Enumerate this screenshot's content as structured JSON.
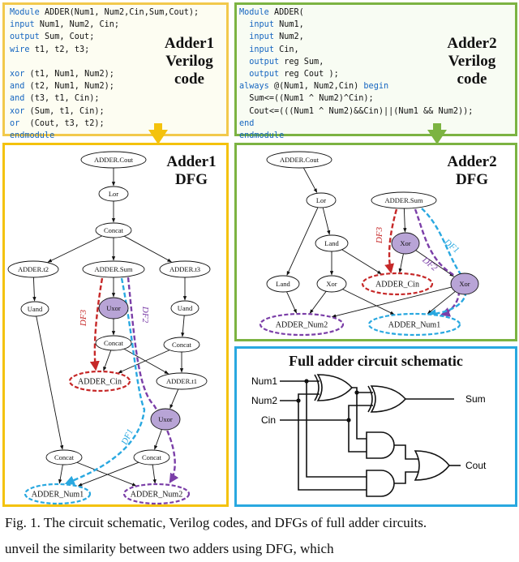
{
  "adder1_verilog": {
    "title": [
      "Adder1",
      "Verilog",
      "code"
    ],
    "lines": [
      "Module ADDER(Num1, Num2,Cin,Sum,Cout);",
      "input Num1, Num2, Cin;",
      "output Sum, Cout;",
      "wire t1, t2, t3;",
      "",
      "xor (t1, Num1, Num2);",
      "and (t2, Num1, Num2);",
      "and (t3, t1, Cin);",
      "xor (Sum, t1, Cin);",
      "or  (Cout, t3, t2);",
      "endmodule"
    ]
  },
  "adder2_verilog": {
    "title": [
      "Adder2",
      "Verilog",
      "code"
    ],
    "lines": [
      "Module ADDER(",
      "  input Num1,",
      "  input Num2,",
      "  input Cin,",
      "  output reg Sum,",
      "  output reg Cout );",
      "always @(Num1, Num2,Cin) begin",
      "  Sum<=((Num1 ^ Num2)^Cin);",
      "  Cout<=(((Num1 ^ Num2)&&Cin)||(Num1 && Num2));",
      "end",
      "endmodule"
    ]
  },
  "adder1_dfg": {
    "title": [
      "Adder1",
      "DFG"
    ],
    "nodes": {
      "cout": "ADDER.Cout",
      "lor": "Lor",
      "concat_top": "Concat",
      "t2": "ADDER.t2",
      "sum": "ADDER.Sum",
      "t3": "ADDER.t3",
      "uand_left": "Uand",
      "uxor_top": "Uxor",
      "uand_right": "Uand",
      "concat_mid_a": "Concat",
      "concat_mid_b": "Concat",
      "cin": "ADDER_Cin",
      "t1": "ADDER.t1",
      "uxor_low": "Uxor",
      "concat_low_a": "Concat",
      "concat_low_b": "Concat",
      "num1": "ADDER_Num1",
      "num2": "ADDER_Num2"
    },
    "flow_labels": {
      "df3": "DF3",
      "df2": "DF2",
      "df1": "DF1"
    }
  },
  "adder2_dfg": {
    "title": [
      "Adder2",
      "DFG"
    ],
    "nodes": {
      "cout": "ADDER.Cout",
      "lor": "Lor",
      "sum": "ADDER.Sum",
      "land_top": "Land",
      "xor_top": "Xor",
      "land_low": "Land",
      "xor_mid": "Xor",
      "cin": "ADDER_Cin",
      "xor_right": "Xor",
      "num2": "ADDER_Num2",
      "num1": "ADDER_Num1"
    },
    "flow_labels": {
      "df3": "DF3",
      "df2": "DF2",
      "df1": "DF1"
    }
  },
  "schematic": {
    "title": "Full adder circuit schematic",
    "inputs": [
      "Num1",
      "Num2",
      "Cin"
    ],
    "outputs": [
      "Sum",
      "Cout"
    ]
  },
  "caption": {
    "line1": "Fig. 1.  The circuit schematic, Verilog codes, and DFGs of full adder circuits.",
    "line2": "unveil  the  similarity  between  two  adders  using  DFG,  which"
  },
  "colors": {
    "adder1_border": "#f4c20d",
    "adder2_border": "#7cb342",
    "schematic_border": "#29a8e0",
    "df3_red": "#c62828",
    "df2_purple": "#7b3fa8",
    "df1_blue": "#29a8e0",
    "highlight_node": "#b8a4d6",
    "keyword_blue": "#1565c0"
  }
}
